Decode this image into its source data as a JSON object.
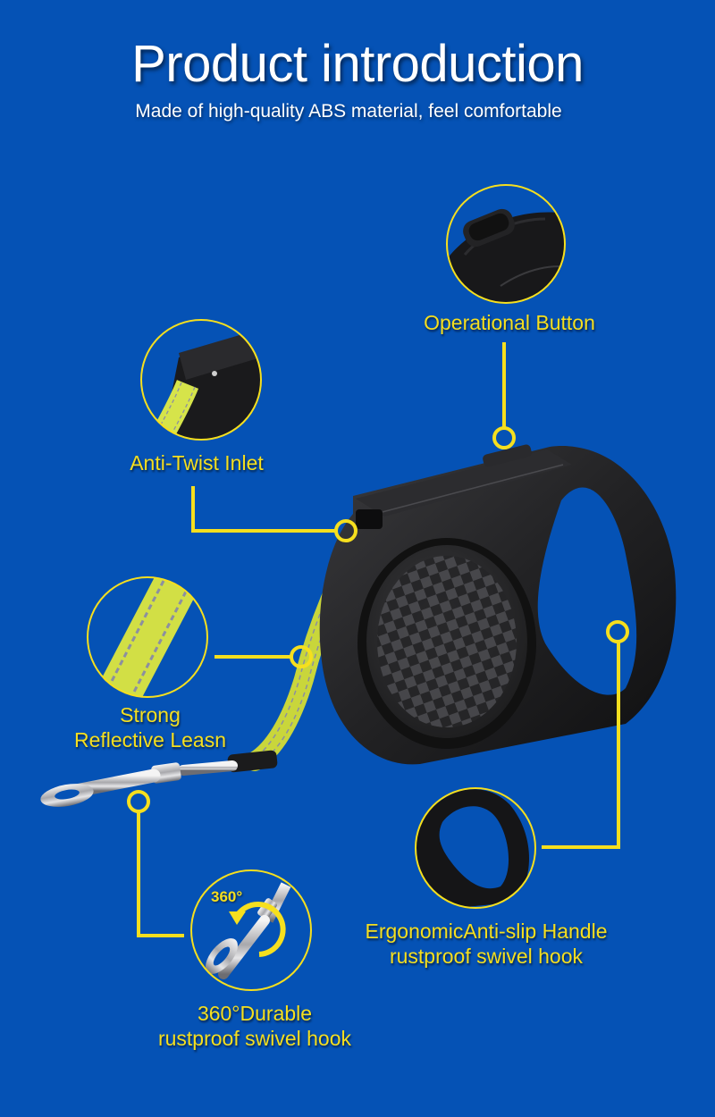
{
  "header": {
    "title": "Product introduction",
    "subtitle": "Made of high-quality ABS material, feel comfortable"
  },
  "colors": {
    "background": "#0552b5",
    "accent": "#f6df1e",
    "title_text": "#ffffff",
    "product_body": "#1c1c1e",
    "leash": "#d8e64a"
  },
  "features": [
    {
      "id": "operational-button",
      "label": "Operational Button",
      "icon": "button-closeup"
    },
    {
      "id": "anti-twist-inlet",
      "label": "Anti-Twist Inlet",
      "icon": "inlet-closeup"
    },
    {
      "id": "reflective-leash",
      "label_line1": "Strong",
      "label_line2": "Reflective Leasn",
      "icon": "reflective-strap-closeup"
    },
    {
      "id": "swivel-hook",
      "label_line1": "360°Durable",
      "label_line2": "rustproof swivel hook",
      "badge": "360°",
      "icon": "swivel-hook-closeup"
    },
    {
      "id": "ergonomic-handle",
      "label_line1": "ErgonomicAnti-slip Handle",
      "label_line2": "rustproof swivel hook",
      "icon": "handle-closeup"
    }
  ]
}
